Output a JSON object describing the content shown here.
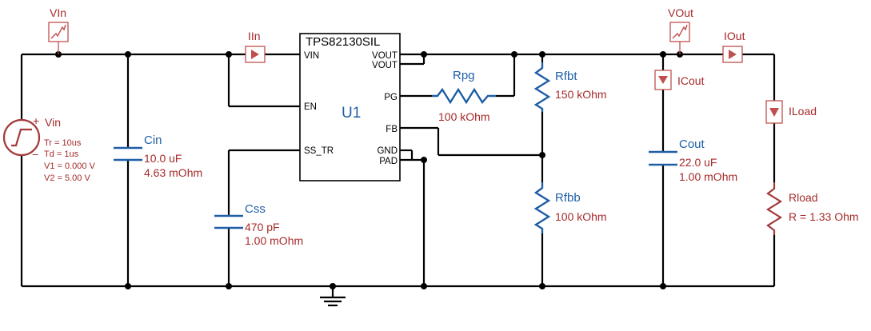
{
  "probes": {
    "vin": "VIn",
    "iin": "IIn",
    "vout": "VOut",
    "iout": "IOut",
    "icout": "ICout",
    "iload": "ILoad"
  },
  "source": {
    "name": "Vin",
    "tr": "Tr = 10us",
    "td": "Td = 1us",
    "v1": "V1 = 0.000 V",
    "v2": "V2 = 5.00 V"
  },
  "cin": {
    "name": "Cin",
    "value": "10.0 uF",
    "esr": "4.63 mOhm"
  },
  "css": {
    "name": "Css",
    "value": "470 pF",
    "esr": "1.00 mOhm"
  },
  "ic": {
    "part": "TPS82130SIL",
    "ref": "U1",
    "pins": {
      "vin": "VIN",
      "en": "EN",
      "ss_tr": "SS_TR",
      "vout1": "VOUT",
      "vout2": "VOUT",
      "pg": "PG",
      "fb": "FB",
      "gnd": "GND",
      "pad": "PAD"
    }
  },
  "rpg": {
    "name": "Rpg",
    "value": "100 kOhm"
  },
  "rfbt": {
    "name": "Rfbt",
    "value": "150 kOhm"
  },
  "rfbb": {
    "name": "Rfbb",
    "value": "100 kOhm"
  },
  "cout": {
    "name": "Cout",
    "value": "22.0 uF",
    "esr": "1.00 mOhm"
  },
  "rload": {
    "name": "Rload",
    "value": "R = 1.33 Ohm"
  },
  "colors": {
    "wire": "#000000",
    "component_blue": "#1f5fa6",
    "component_red": "#a33a3a",
    "label_red": "#a52a2a",
    "probe": "#c0504d"
  }
}
